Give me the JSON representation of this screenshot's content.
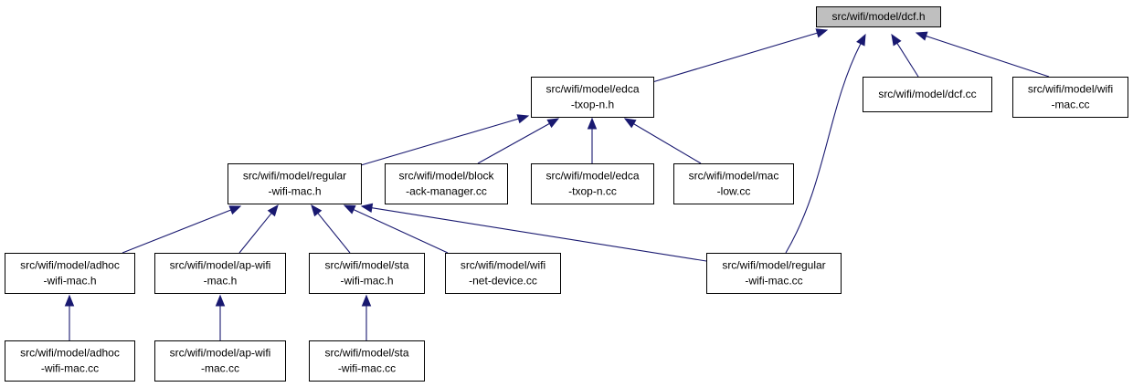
{
  "graph": {
    "title": "src/wifi/model/dcf.h",
    "colors": {
      "edge": "#191970",
      "root_fill": "#bfbfbf",
      "node_fill": "#ffffff",
      "border": "#000000"
    },
    "nodes": {
      "dcf_h": {
        "lines": [
          "src/wifi/model/dcf.h"
        ],
        "root": true
      },
      "edca_txop_n_h": {
        "lines": [
          "src/wifi/model/edca",
          "-txop-n.h"
        ]
      },
      "dcf_cc": {
        "lines": [
          "src/wifi/model/dcf.cc"
        ]
      },
      "wifi_mac_cc": {
        "lines": [
          "src/wifi/model/wifi",
          "-mac.cc"
        ]
      },
      "regular_wifi_mac_h": {
        "lines": [
          "src/wifi/model/regular",
          "-wifi-mac.h"
        ]
      },
      "block_ack_manager_cc": {
        "lines": [
          "src/wifi/model/block",
          "-ack-manager.cc"
        ]
      },
      "edca_txop_n_cc": {
        "lines": [
          "src/wifi/model/edca",
          "-txop-n.cc"
        ]
      },
      "mac_low_cc": {
        "lines": [
          "src/wifi/model/mac",
          "-low.cc"
        ]
      },
      "adhoc_wifi_mac_h": {
        "lines": [
          "src/wifi/model/adhoc",
          "-wifi-mac.h"
        ]
      },
      "ap_wifi_mac_h": {
        "lines": [
          "src/wifi/model/ap-wifi",
          "-mac.h"
        ]
      },
      "sta_wifi_mac_h": {
        "lines": [
          "src/wifi/model/sta",
          "-wifi-mac.h"
        ]
      },
      "wifi_net_device_cc": {
        "lines": [
          "src/wifi/model/wifi",
          "-net-device.cc"
        ]
      },
      "regular_wifi_mac_cc": {
        "lines": [
          "src/wifi/model/regular",
          "-wifi-mac.cc"
        ]
      },
      "adhoc_wifi_mac_cc": {
        "lines": [
          "src/wifi/model/adhoc",
          "-wifi-mac.cc"
        ]
      },
      "ap_wifi_mac_cc": {
        "lines": [
          "src/wifi/model/ap-wifi",
          "-mac.cc"
        ]
      },
      "sta_wifi_mac_cc": {
        "lines": [
          "src/wifi/model/sta",
          "-wifi-mac.cc"
        ]
      }
    },
    "edges": [
      {
        "from": "edca_txop_n_h",
        "to": "dcf_h"
      },
      {
        "from": "dcf_cc",
        "to": "dcf_h"
      },
      {
        "from": "wifi_mac_cc",
        "to": "dcf_h"
      },
      {
        "from": "regular_wifi_mac_cc",
        "to": "dcf_h"
      },
      {
        "from": "regular_wifi_mac_h",
        "to": "edca_txop_n_h"
      },
      {
        "from": "block_ack_manager_cc",
        "to": "edca_txop_n_h"
      },
      {
        "from": "edca_txop_n_cc",
        "to": "edca_txop_n_h"
      },
      {
        "from": "mac_low_cc",
        "to": "edca_txop_n_h"
      },
      {
        "from": "adhoc_wifi_mac_h",
        "to": "regular_wifi_mac_h"
      },
      {
        "from": "ap_wifi_mac_h",
        "to": "regular_wifi_mac_h"
      },
      {
        "from": "sta_wifi_mac_h",
        "to": "regular_wifi_mac_h"
      },
      {
        "from": "wifi_net_device_cc",
        "to": "regular_wifi_mac_h"
      },
      {
        "from": "regular_wifi_mac_cc",
        "to": "regular_wifi_mac_h"
      },
      {
        "from": "adhoc_wifi_mac_cc",
        "to": "adhoc_wifi_mac_h"
      },
      {
        "from": "ap_wifi_mac_cc",
        "to": "ap_wifi_mac_h"
      },
      {
        "from": "sta_wifi_mac_cc",
        "to": "sta_wifi_mac_h"
      }
    ]
  }
}
